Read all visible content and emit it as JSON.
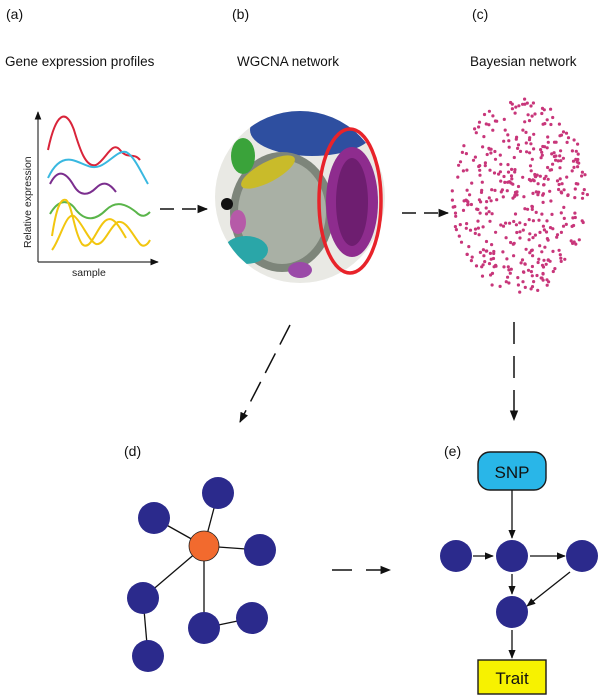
{
  "panels": {
    "a": {
      "letter": "(a)",
      "title": "Gene expression profiles",
      "ylabel": "Relative expression",
      "xlabel": "sample"
    },
    "b": {
      "letter": "(b)",
      "title": "WGCNA network"
    },
    "c": {
      "letter": "(c)",
      "title": "Bayesian network"
    },
    "d": {
      "letter": "(d)"
    },
    "e": {
      "letter": "(e)",
      "snp_label": "SNP",
      "trait_label": "Trait"
    }
  },
  "colors": {
    "node": "#2b2a8c",
    "hub": "#f26a2e",
    "snp_fill": "#29b6e8",
    "trait_fill": "#f7f200",
    "highlight_ellipse": "#e8232a",
    "bayes_dots": "#c8367a",
    "curve_red": "#d9243a",
    "curve_cyan": "#39b8e0",
    "curve_purple": "#7b2e8e",
    "curve_green": "#5ab54a",
    "curve_yellow": "#f2c60f"
  },
  "icons": [
    "dashed-arrow",
    "network-graph",
    "scatter-cloud"
  ]
}
